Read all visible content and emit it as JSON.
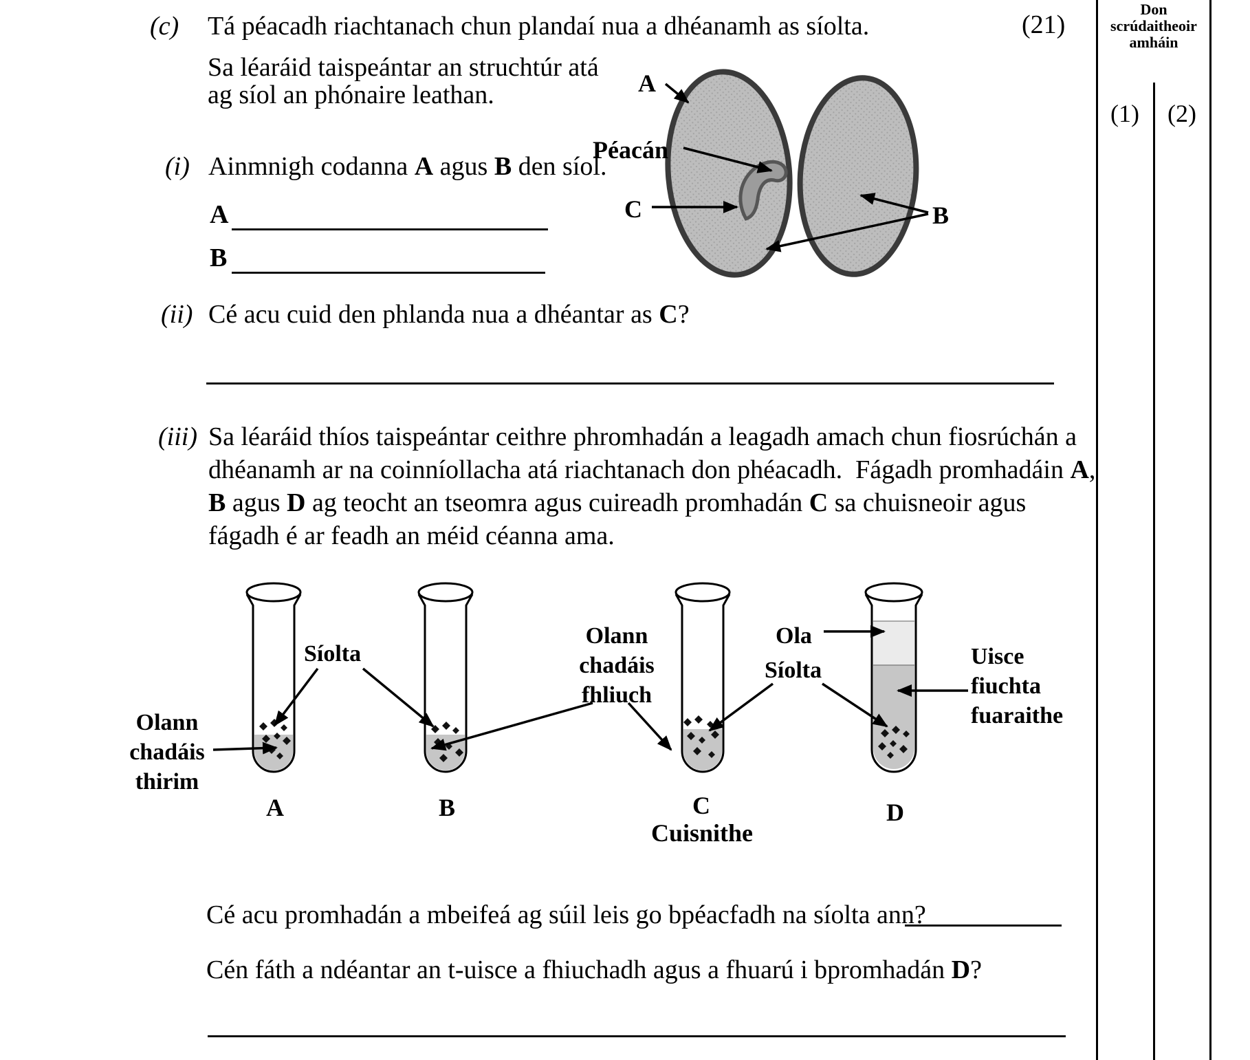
{
  "header": {
    "part_label": "(c)",
    "marks_total": "(21)",
    "intro": "Tá péacadh riachtanach chun plandaí nua a dhéanamh as síolta.",
    "lead_line1": "Sa léaráid taispeántar an struchtúr atá",
    "lead_line2": "ag síol an phónaire leathan."
  },
  "margin": {
    "header_line1": "Don",
    "header_line2": "scrúdaitheoir",
    "header_line3": "amháin",
    "mark_col1": "(1)",
    "mark_col2": "(2)"
  },
  "seed_diagram": {
    "label_a": "A",
    "label_peacan": "Péacán",
    "label_c": "C",
    "label_b": "B"
  },
  "part_i": {
    "label": "(i)",
    "segments": [
      {
        "t": "Ainmnigh codanna "
      },
      {
        "t": "A",
        "b": true
      },
      {
        "t": " agus "
      },
      {
        "t": "B",
        "b": true
      },
      {
        "t": " den síol."
      }
    ],
    "answer_a_label": "A",
    "answer_b_label": "B"
  },
  "part_ii": {
    "label": "(ii)",
    "segments": [
      {
        "t": "Cé acu cuid den phlanda nua a dhéantar as "
      },
      {
        "t": "C",
        "b": true
      },
      {
        "t": "?"
      }
    ]
  },
  "part_iii": {
    "label": "(iii)",
    "lines": [
      [
        {
          "t": "Sa léaráid thíos taispeántar ceithre phromhadán a leagadh amach chun fiosrúchán a"
        }
      ],
      [
        {
          "t": "dhéanamh ar na coinníollacha atá riachtanach don phéacadh.  Fágadh promhadáin "
        },
        {
          "t": "A",
          "b": true
        },
        {
          "t": ","
        }
      ],
      [
        {
          "t": "B",
          "b": true
        },
        {
          "t": " agus "
        },
        {
          "t": "D",
          "b": true
        },
        {
          "t": " ag teocht an tseomra agus cuireadh promhadán "
        },
        {
          "t": "C",
          "b": true
        },
        {
          "t": " sa chuisneoir agus"
        }
      ],
      [
        {
          "t": "fágadh é ar feadh an méid céanna ama."
        }
      ]
    ]
  },
  "tube_diagram": {
    "siolta_left": "Síolta",
    "olann_thirim_l1": "Olann",
    "olann_thirim_l2": "chadáis",
    "olann_thirim_l3": "thirim",
    "olann_fhliuch_l1": "Olann",
    "olann_fhliuch_l2": "chadáis",
    "olann_fhliuch_l3": "fhliuch",
    "ola": "Ola",
    "siolta_right": "Síolta",
    "uisce_l1": "Uisce",
    "uisce_l2": "fiuchta",
    "uisce_l3": "fuaraithe",
    "tube_a": "A",
    "tube_b": "B",
    "tube_c": "C",
    "tube_c_sub": "Cuisnithe",
    "tube_d": "D"
  },
  "questions": {
    "q1_segments": [
      {
        "t": "Cé acu promhadán a mbeifeá ag súil leis go bpéacfadh na síolta ann?"
      }
    ],
    "q2_segments": [
      {
        "t": "Cén fáth a ndéantar an t-uisce a fhiuchadh agus a fhuarú i bpromhadán "
      },
      {
        "t": "D",
        "b": true
      },
      {
        "t": "?"
      }
    ]
  }
}
